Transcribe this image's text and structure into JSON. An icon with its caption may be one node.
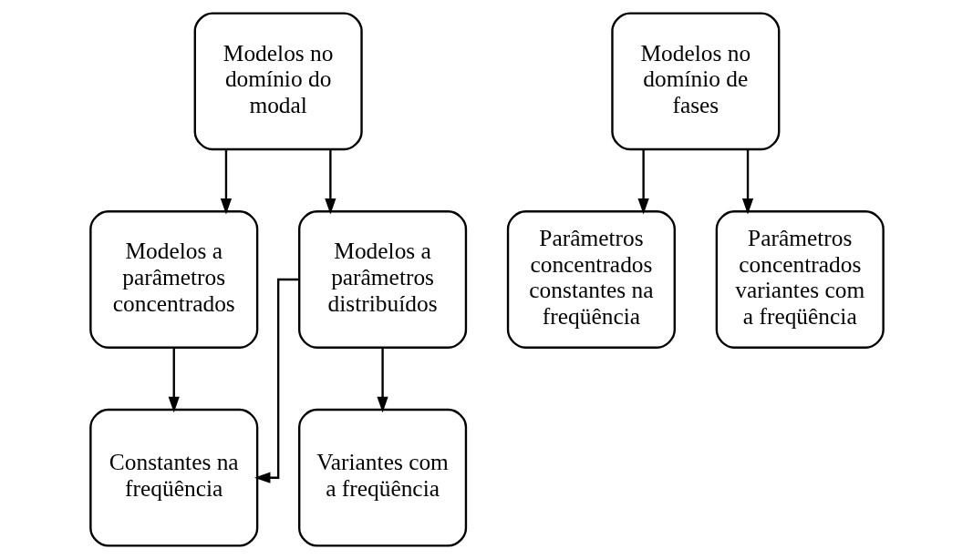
{
  "diagram": {
    "nodes": [
      {
        "text": [
          "Modelos no domínio do modal"
        ]
      },
      {
        "text": [
          "Modelos a parâmetros concentrados"
        ]
      },
      {
        "text": [
          "Modelos a parâmetros distribuídos"
        ]
      },
      {
        "text": [
          "Constantes na freqüência"
        ]
      },
      {
        "text": [
          "Variantes com a freqüência"
        ]
      },
      {
        "text": [
          "Modelos no domínio de fases"
        ]
      },
      {
        "text": [
          "Parâmetros concentrados constantes na freqüência"
        ]
      },
      {
        "text": [
          "Parâmetros concentrados variantes com a freqüência"
        ]
      }
    ],
    "edges": [
      {
        "from": 0,
        "to": 1,
        "arrow": "to"
      },
      {
        "from": 0,
        "to": 2,
        "arrow": "to"
      },
      {
        "from": 1,
        "to": 3,
        "arrow": "to"
      },
      {
        "from": 2,
        "to": 3,
        "arrow": "to"
      },
      {
        "from": 2,
        "to": 4,
        "arrow": "to"
      },
      {
        "from": 5,
        "to": 6,
        "arrow": "to"
      },
      {
        "from": 5,
        "to": 7,
        "arrow": "to"
      }
    ]
  }
}
